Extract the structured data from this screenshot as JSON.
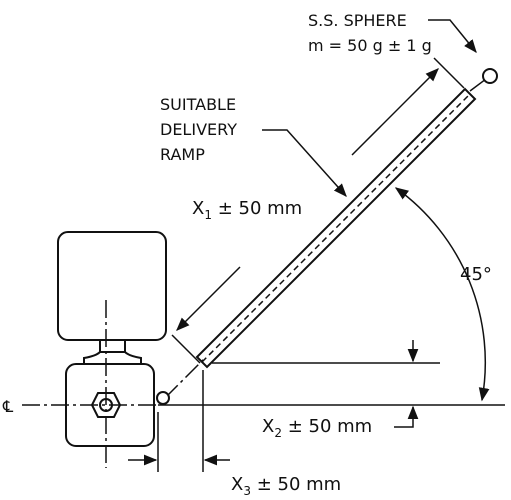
{
  "sphere": {
    "line1": "S.S. SPHERE",
    "line2": "m = 50 g ± 1 g"
  },
  "ramp": {
    "line1": "SUITABLE",
    "line2": "DELIVERY",
    "line3": "RAMP"
  },
  "angle": {
    "label": "45°"
  },
  "centerline": {
    "symbol": "℄"
  },
  "dims": {
    "x1": {
      "x": "X",
      "sub": "1",
      "tol": " ± 50 mm"
    },
    "x2": {
      "x": "X",
      "sub": "2",
      "tol": " ± 50 mm"
    },
    "x3": {
      "x": "X",
      "sub": "3",
      "tol": " ± 50 mm"
    }
  },
  "colors": {
    "ink": "#111111",
    "background": "#ffffff"
  }
}
